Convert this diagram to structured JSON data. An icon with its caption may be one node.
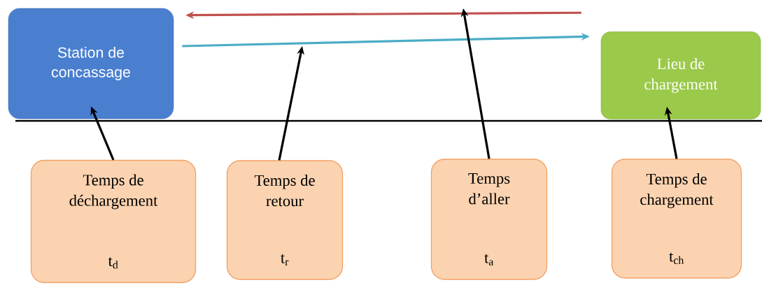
{
  "diagram": {
    "nodes": [
      {
        "text": [
          "Station de concassage"
        ]
      },
      {
        "text": [
          "Lieu de chargement"
        ]
      },
      {
        "text": [
          "Temps de déchargement",
          "t$_{d}$"
        ]
      },
      {
        "text": [
          "Temps de retour",
          "t$_{r}$"
        ]
      },
      {
        "text": [
          "Temps d’aller",
          "t$_{a}$"
        ]
      },
      {
        "text": [
          "Temps de chargement",
          "t$_{ch}$"
        ]
      }
    ],
    "edges": [
      {
        "from": 1,
        "to": 0,
        "arrow": "to",
        "color": "#c0504d"
      },
      {
        "from": 0,
        "to": 1,
        "arrow": "to",
        "color": "#4bacc6"
      },
      {
        "from": 2,
        "to": 0,
        "arrow": "to"
      },
      {
        "from": 3,
        "to": null,
        "arrow": "to"
      },
      {
        "from": 4,
        "to": null,
        "arrow": "to"
      },
      {
        "from": 5,
        "to": 1,
        "arrow": "to"
      }
    ]
  }
}
